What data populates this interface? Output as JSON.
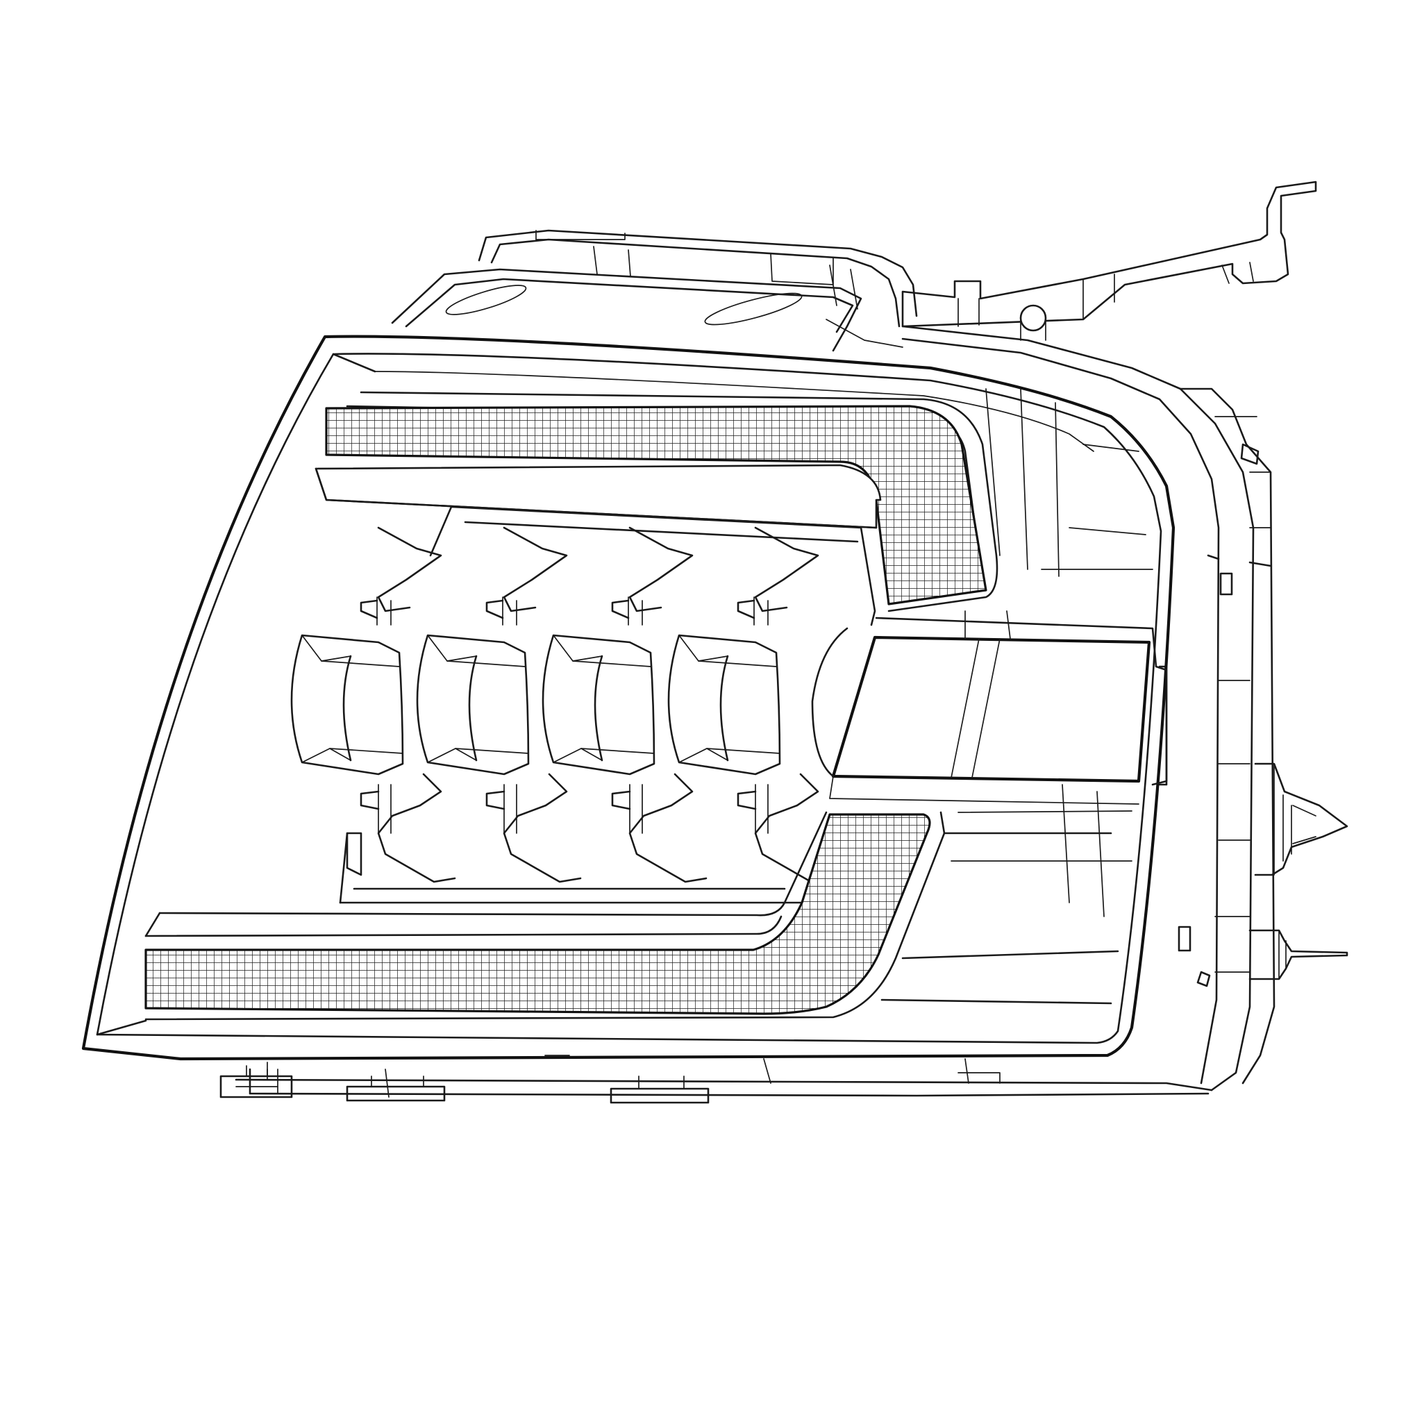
{
  "drawing": {
    "subject": "headlight-assembly",
    "style": "black line art on white",
    "colors": {
      "background": "#ffffff",
      "line": "#1a1a1a"
    },
    "features": {
      "projector_count": 4,
      "drl_strips": [
        "upper",
        "lower"
      ],
      "mounting_bracket": "upper-right",
      "connectors": 2
    }
  }
}
